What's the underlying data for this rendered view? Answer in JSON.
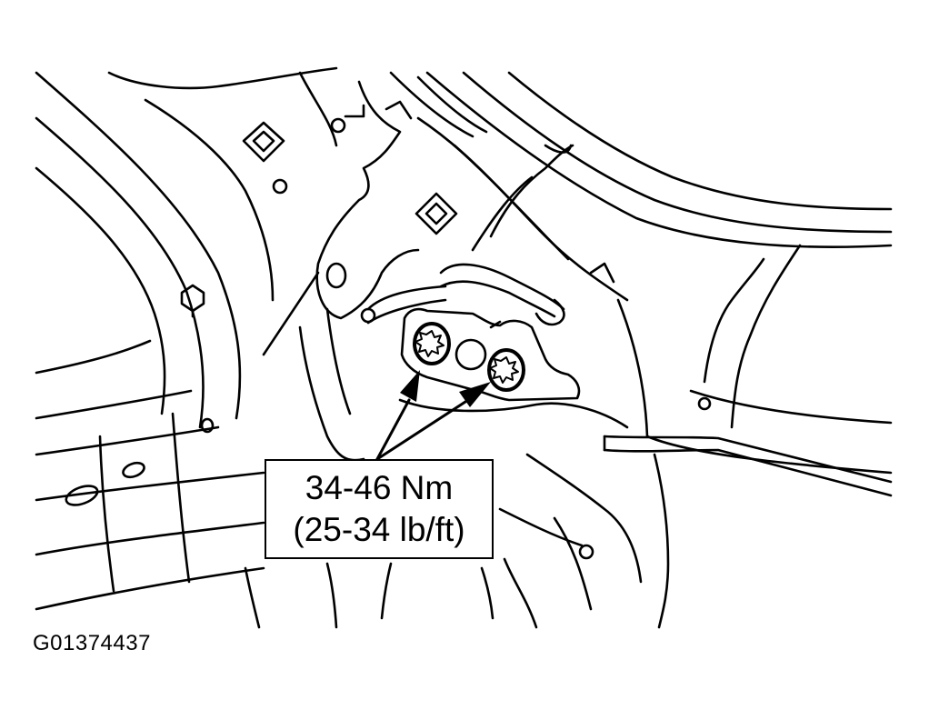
{
  "callout": {
    "torque_nm": "34-46 Nm",
    "torque_lbft": "(25-34 lb/ft)"
  },
  "figure_id": "G01374437",
  "icons": {
    "bolt": "star-bolt-icon",
    "arrow": "callout-arrow"
  }
}
